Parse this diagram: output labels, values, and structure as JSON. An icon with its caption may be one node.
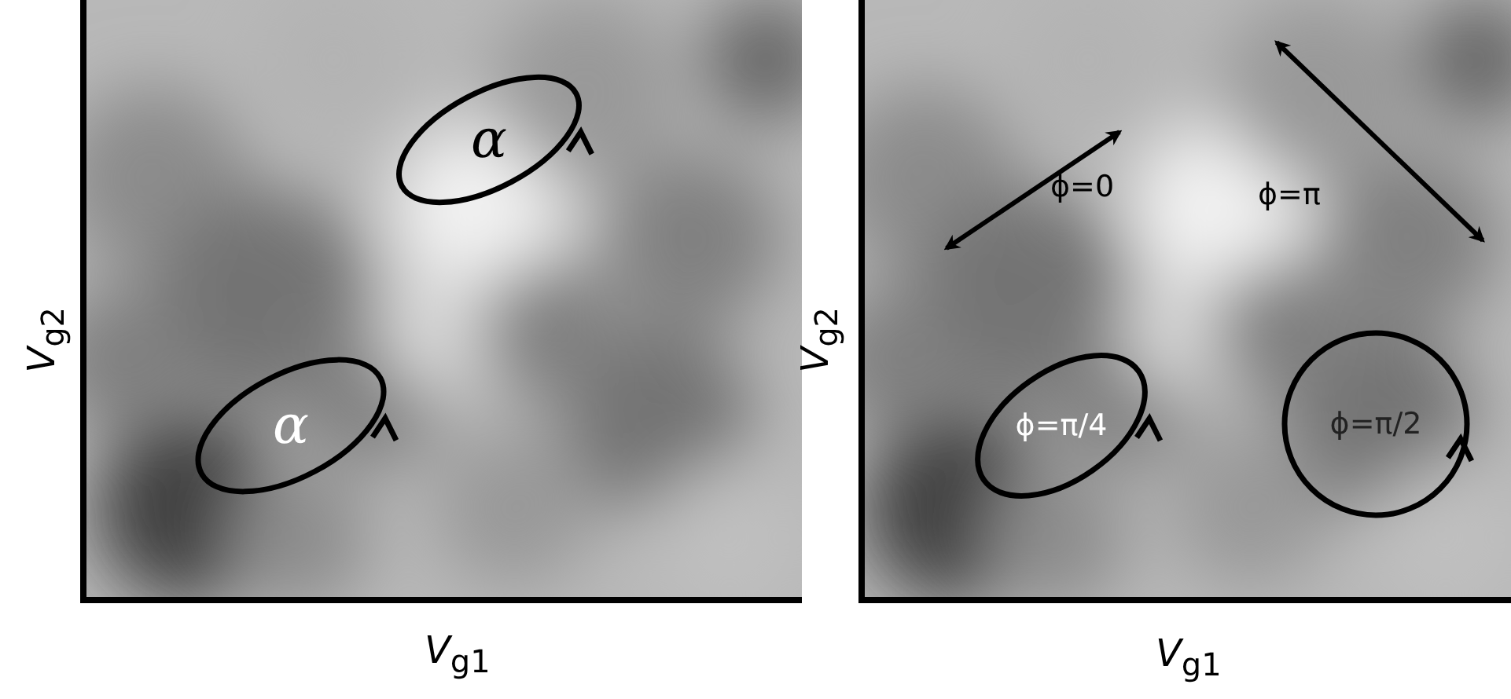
{
  "diagram": {
    "nodes": [
      {
        "text": [
          "α"
        ]
      },
      {
        "text": [
          "α"
        ]
      },
      {
        "text": [
          "ϕ=π/4"
        ]
      },
      {
        "text": [
          "ϕ=π/2"
        ]
      }
    ],
    "labels": [
      "*V*$_{g2}$",
      "*V*$_{g1}$",
      "ϕ=0",
      "ϕ=π",
      "*V*$_{g2}$",
      "*V*$_{g1}$"
    ]
  }
}
